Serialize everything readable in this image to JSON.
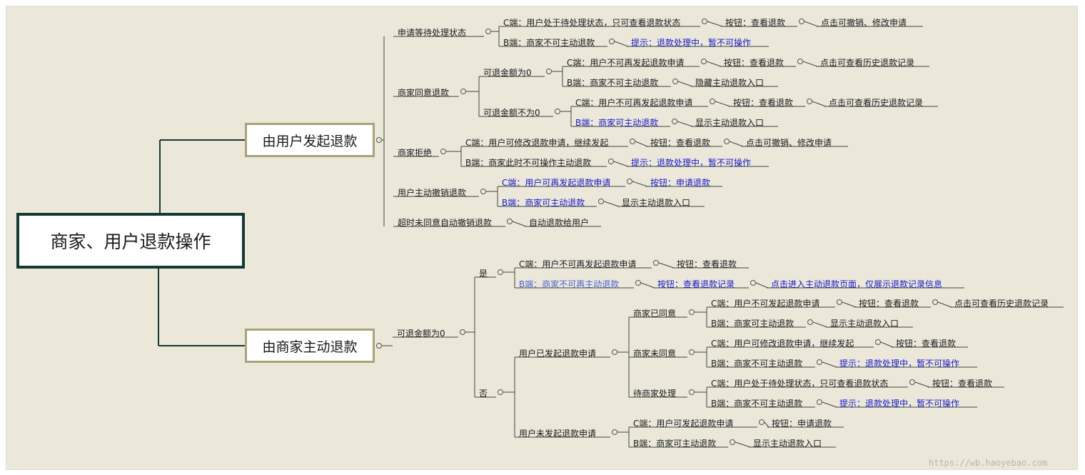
{
  "root": "商家、用户退款操作",
  "branch_user": "由用户发起退款",
  "branch_merchant": "由商家主动退款",
  "n": {
    "u1": "申请等待处理状态",
    "u1c": "C端：用户处于待处理状态，只可查看退款状态",
    "u1c_a": "按钮：查看退款",
    "u1c_b": "点击可撤销、修改申请",
    "u1b": "B端：商家不可主动退款",
    "u1b_a": "提示：退款处理中，暂不可操作",
    "u2": "商家同意退款",
    "u2a": "可退金额为0",
    "u2a_c": "C端：用户不可再发起退款申请",
    "u2a_c1": "按钮：查看退款",
    "u2a_c2": "点击可查看历史退款记录",
    "u2a_b": "B端：商家不可主动退款",
    "u2a_b1": "隐藏主动退款入口",
    "u2b": "可退金额不为0",
    "u2b_c": "C端：用户不可再发起退款申请",
    "u2b_c1": "按钮：查看退款",
    "u2b_c2": "点击可查看历史退款记录",
    "u2b_b": "B端：商家可主动退款",
    "u2b_b1": "显示主动退款入口",
    "u3": "商家拒绝",
    "u3c": "C端：用户可修改退款申请，继续发起",
    "u3c1": "按钮：查看退款",
    "u3c2": "点击可撤销、修改申请",
    "u3b": "B端：商家此时不可操作主动退款",
    "u3b1": "提示：退款处理中，暂不可操作",
    "u4": "用户主动撤销退款",
    "u4c": "C端：用户可再发起退款申请",
    "u4c1": "按钮：申请退款",
    "u4b": "B端：商家可主动退款",
    "u4b1": "显示主动退款入口",
    "u5": "超时未同意自动撤销退款",
    "u5a": "自动退款给用户",
    "m1": "可退金额为0",
    "my": "是",
    "my_c": "C端：用户不可再发起退款申请",
    "my_c1": "按钮：查看退款",
    "my_b": "B端：商家不可再主动退款",
    "my_b1": "按钮：查看退款记录",
    "my_b2": "点击进入主动退款页面，仅展示退款记录信息",
    "mn": "否",
    "mn1": "用户已发起退款申请",
    "mn1a": "商家已同意",
    "mn1a_c": "C端：用户不可发起退款申请",
    "mn1a_c1": "按钮：查看退款",
    "mn1a_c2": "点击可查看历史退款记录",
    "mn1a_b": "B端：商家可主动退款",
    "mn1a_b1": "显示主动退款入口",
    "mn1b": "商家未同意",
    "mn1b_c": "C端：用户可修改退款申请，继续发起",
    "mn1b_c1": "按钮：查看退款",
    "mn1b_b": "B端：商家不可主动退款",
    "mn1b_b1": "提示：退款处理中，暂不可操作",
    "mn1c": "待商家处理",
    "mn1c_c": "C端：用户处于待处理状态，只可查看退款状态",
    "mn1c_c1": "按钮：查看退款",
    "mn1c_b": "B端：商家不可主动退款",
    "mn1c_b1": "提示：退款处理中，暂不可操作",
    "mn2": "用户未发起退款申请",
    "mn2_c": "C端：用户可发起退款申请",
    "mn2_c1": "按钮：申请退款",
    "mn2_b": "B端：商家可主动退款",
    "mn2_b1": "显示主动退款入口"
  },
  "watermark": "https://wb.haoyebao.com",
  "colors": {
    "canvas": "#ebe8da",
    "root_border": "#113a34",
    "branch_border": "#a8a37b",
    "hint_blue": "#1818c8",
    "light_blue": "#4a63d0"
  }
}
